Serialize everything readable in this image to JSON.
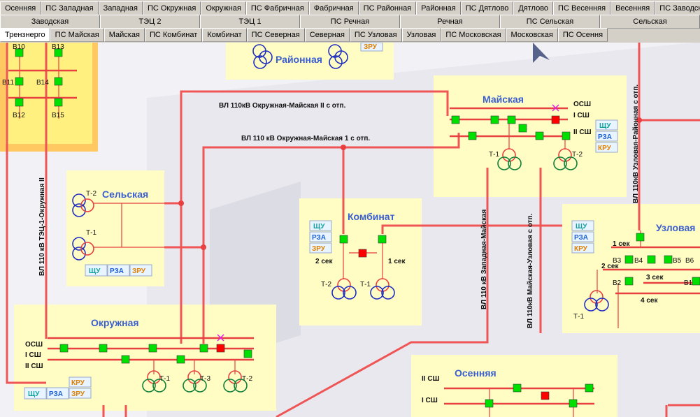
{
  "tabs": {
    "row1": [
      "Осенняя",
      "ПС Западная",
      "Западная",
      "ПС Окружная",
      "Окружная",
      "ПС Фабричная",
      "Фабричная",
      "ПС Районная",
      "Районная",
      "ПС Дятлово",
      "Дятлово",
      "ПС Весенняя",
      "Весенняя",
      "ПС Заводская"
    ],
    "row2": [
      "Заводская",
      "ТЭЦ 2",
      "ТЭЦ 1",
      "ПС Речная",
      "Речная",
      "ПС Сельская",
      "Сельская"
    ],
    "row3": [
      "Трензнерго",
      "ПС Майская",
      "Майская",
      "ПС Комбинат",
      "Комбинат",
      "ПС Северная",
      "Северная",
      "ПС Узловая",
      "Узловая",
      "ПС Московская",
      "Московская",
      "ПС Осення"
    ],
    "selected": "Трензнерго"
  },
  "stations": {
    "raionnaya": "Районная",
    "maiskaya": "Майская",
    "selskaya": "Сельская",
    "kombinat": "Комбинат",
    "uzlovaya": "Узловая",
    "okruzhnaya": "Окружная",
    "osennyaya": "Осенняя"
  },
  "lines": {
    "l1": "ВЛ 110кВ Окружная-Майская II с отп.",
    "l2": "ВЛ 110 кВ Окружная-Майская 1 с отп.",
    "l3": "ВЛ 110 кВ ТЭЦ-1-Окружная II",
    "l4": "ВЛ 110 кВ Западная-Майская",
    "l5": "ВЛ 110кВ Майская-Узловая с отп.",
    "l6": "ВЛ 110кВ Узловая-Районная с отп."
  },
  "buses": {
    "osh": "ОСШ",
    "i": "I СШ",
    "ii": "II СШ",
    "sec1": "1 сек",
    "sec2": "2 сек",
    "sec3": "3 сек",
    "sec4": "4 сек"
  },
  "trafo": {
    "t1": "Т-1",
    "t2": "Т-2",
    "t3": "Т-3"
  },
  "bays": [
    "B10",
    "B13",
    "B11",
    "B14",
    "B12",
    "B15",
    "B3",
    "B4",
    "B5",
    "B6",
    "B2",
    "B1"
  ],
  "panels": {
    "shu": "ЩУ",
    "rza": "РЗА",
    "kru": "КРУ",
    "zru": "ЗРУ"
  },
  "colors": {
    "line": "#f05555",
    "bus": "#e84040",
    "closed": "#00e000",
    "open": "#ff0000",
    "station_bg": "#fffcc4",
    "highlight_bg": "#ffd160",
    "title": "#3a5fd0",
    "trafo_blue": "#2030c0",
    "trafo_green": "#10803a",
    "panel_shu": "#10a0a0",
    "panel_rza": "#2060d0",
    "panel_kru": "#e08000"
  }
}
